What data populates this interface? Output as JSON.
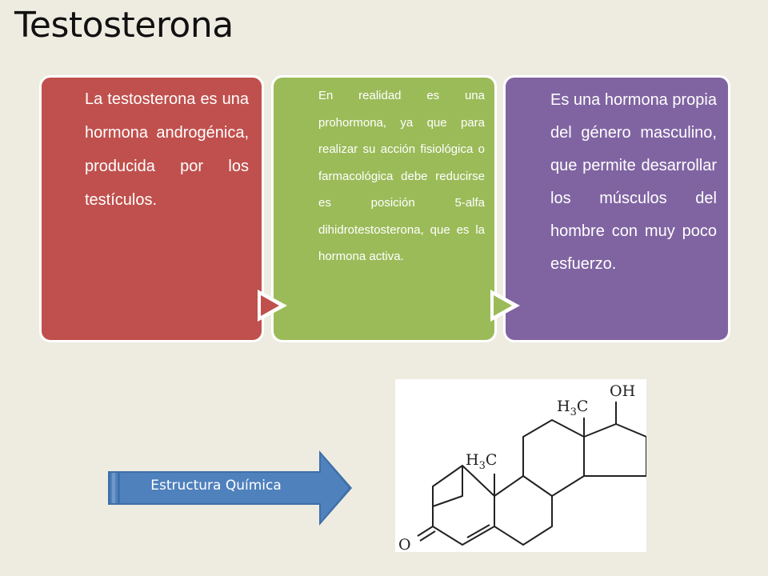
{
  "title": "Testosterona",
  "boxes": [
    {
      "text": "La testosterona es una hormona androgénica, producida por los testículos.",
      "color": "#c0504d"
    },
    {
      "text": "En realidad es una prohormona, ya que para realizar su acción fisiológica o farmacológica debe reducirse es posición 5-alfa dihidrotestosterona, que es la hormona activa.",
      "color": "#9bbb59"
    },
    {
      "text": "Es una hormona propia del género masculino, que permite desarrollar los músculos del hombre con muy poco esfuerzo.",
      "color": "#8064a2"
    }
  ],
  "arrow": {
    "label": "Estructura Química",
    "color": "#4f81bd"
  },
  "molecule": {
    "labels": {
      "oh": "OH",
      "methyl_top_h": "H",
      "methyl_top_sub": "3",
      "methyl_top_c": "C",
      "methyl_left_h": "H",
      "methyl_left_sub": "3",
      "methyl_left_c": "C",
      "oxygen": "O"
    }
  }
}
